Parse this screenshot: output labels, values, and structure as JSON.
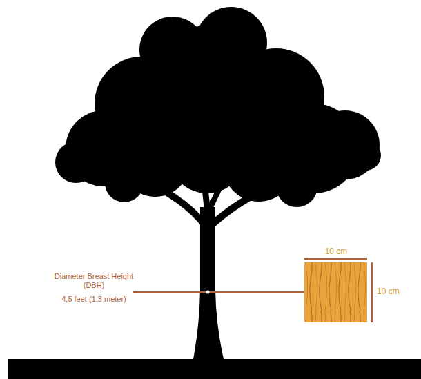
{
  "diagram": {
    "labels": [
      "Diameter Breast Height (DBH)",
      "4,5 feet (1.3 meter)",
      "10 cm",
      "10 cm"
    ]
  }
}
